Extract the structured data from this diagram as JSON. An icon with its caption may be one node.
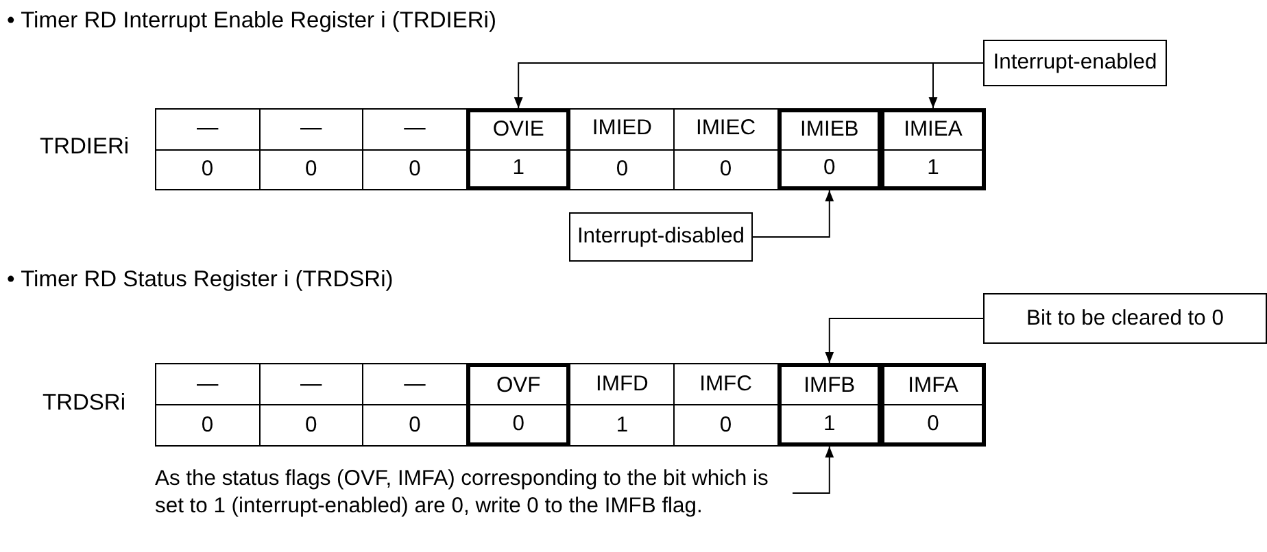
{
  "diagram": {
    "nodes": [
      {
        "text": [
          "Interrupt-enabled"
        ]
      },
      {
        "text": [
          "—",
          "0"
        ]
      },
      {
        "text": [
          "—",
          "0"
        ]
      },
      {
        "text": [
          "—",
          "0"
        ]
      },
      {
        "text": [
          "OVIE",
          "1"
        ]
      },
      {
        "text": [
          "IMIED",
          "0"
        ]
      },
      {
        "text": [
          "IMIEC",
          "0"
        ]
      },
      {
        "text": [
          "IMIEB",
          "0"
        ]
      },
      {
        "text": [
          "IMIEA",
          "1"
        ]
      },
      {
        "text": [
          "Interrupt-disabled"
        ]
      },
      {
        "text": [
          "Bit to be cleared to 0"
        ]
      },
      {
        "text": [
          "—",
          "0"
        ]
      },
      {
        "text": [
          "—",
          "0"
        ]
      },
      {
        "text": [
          "—",
          "0"
        ]
      },
      {
        "text": [
          "OVF",
          "0"
        ]
      },
      {
        "text": [
          "IMFD",
          "1"
        ]
      },
      {
        "text": [
          "IMFC",
          "0"
        ]
      },
      {
        "text": [
          "IMFB",
          "1"
        ]
      },
      {
        "text": [
          "IMFA",
          "0"
        ]
      },
      {
        "text": [
          "As the status flags (OVF, IMFA) corresponding to the bit which is set to 1 (interrupt-enabled) are 0, write 0 to the IMFB flag."
        ]
      }
    ],
    "edges": [
      {
        "from": 0,
        "to": 4,
        "arrow": "to"
      },
      {
        "from": 0,
        "to": 8,
        "arrow": "to"
      },
      {
        "from": 9,
        "to": 7,
        "arrow": "to"
      },
      {
        "from": 10,
        "to": 17,
        "arrow": "to"
      },
      {
        "from": 19,
        "to": 17,
        "arrow": "to"
      }
    ],
    "labels": [
      "• Timer RD Interrupt Enable Register i (TRDIERi)",
      "TRDIERi",
      "• Timer RD Status Register i (TRDSRi)",
      "TRDSRi"
    ]
  }
}
